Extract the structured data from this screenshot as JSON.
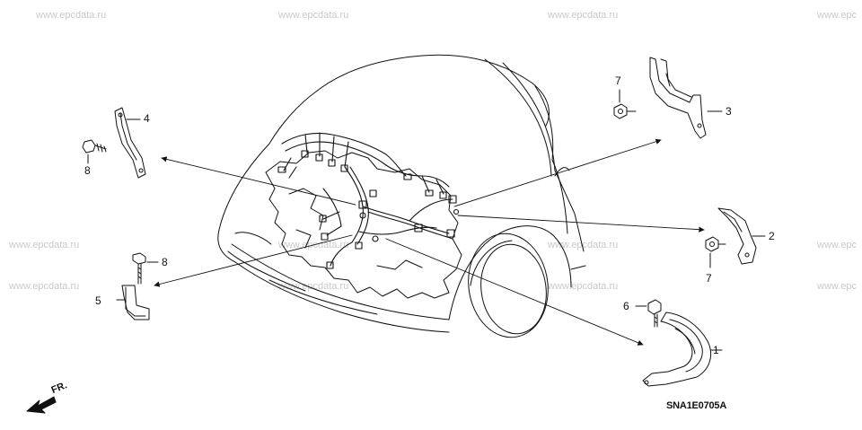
{
  "watermark": {
    "row1": [
      "www.epcdata.ru",
      "www.epcdata.ru",
      "www.epcdata.ru",
      "www.epc"
    ],
    "row2": [
      "www.epcdata.ru",
      "www.epcdata.ru",
      "www.epcdata.ru",
      "www.epc"
    ],
    "row3": [
      "www.epcdata.ru",
      "www.epcdata.ru",
      "www.epcdata.ru",
      "www.epc"
    ]
  },
  "callouts": {
    "c1": "1",
    "c2": "2",
    "c3": "3",
    "c4": "4",
    "c5": "5",
    "c6": "6",
    "c7a": "7",
    "c7b": "7",
    "c8a": "8",
    "c8b": "8"
  },
  "diagram_code": "SNA1E0705A",
  "direction_label": "FR.",
  "colors": {
    "line": "#111111",
    "watermark": "#c9c9c9",
    "background": "#ffffff"
  }
}
